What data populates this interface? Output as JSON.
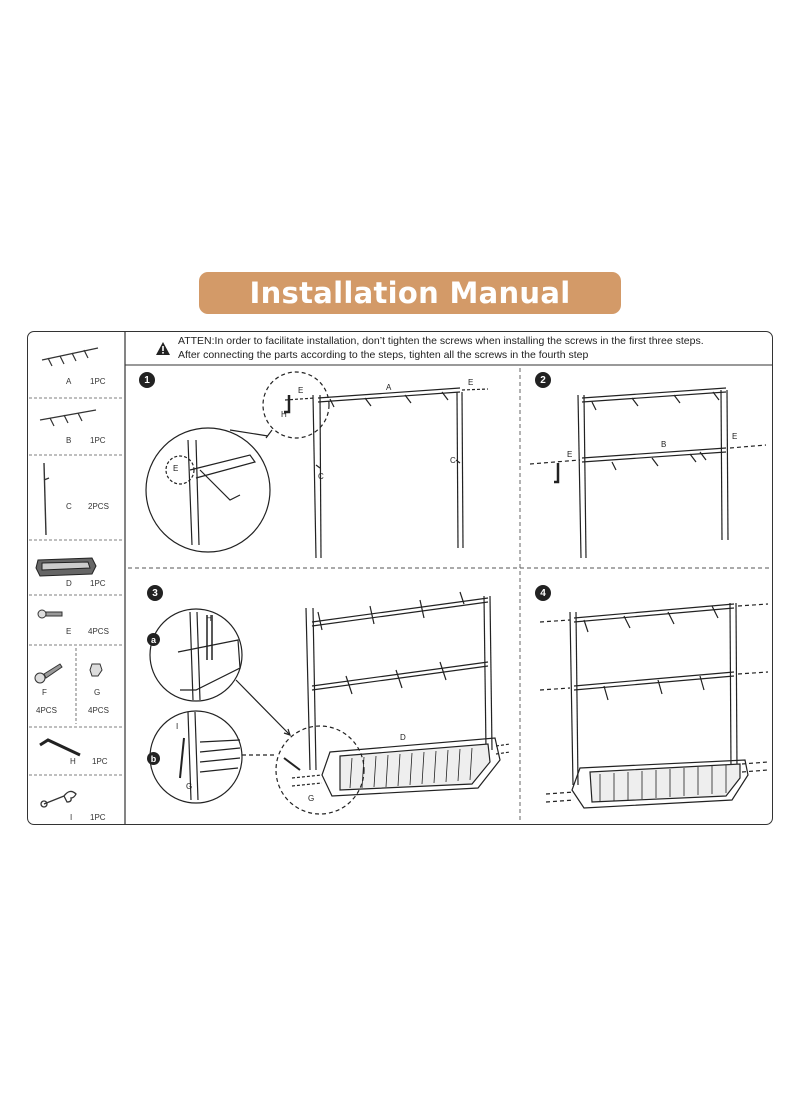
{
  "title": "Installation Manual",
  "attention": {
    "line1": "ATTEN:In order to facilitate installation, don’t tighten the screws when installing the screws in the first three steps.",
    "line2": "After connecting the parts according to the steps, tighten all the screws in the fourth step"
  },
  "parts": [
    {
      "letter": "A",
      "qty": "1PC"
    },
    {
      "letter": "B",
      "qty": "1PC"
    },
    {
      "letter": "C",
      "qty": "2PCS"
    },
    {
      "letter": "D",
      "qty": "1PC"
    },
    {
      "letter": "E",
      "qty": "4PCS"
    },
    {
      "letter": "F",
      "qty": "4PCS"
    },
    {
      "letter": "G",
      "qty": "4PCS"
    },
    {
      "letter": "H",
      "qty": "1PC"
    },
    {
      "letter": "I",
      "qty": "1PC"
    }
  ],
  "steps": [
    "1",
    "2",
    "3",
    "4"
  ],
  "substeps": [
    "a",
    "b"
  ],
  "callouts": {
    "A": "A",
    "B": "B",
    "C": "C",
    "D": "D",
    "E": "E",
    "G": "G",
    "H": "H",
    "I": "I"
  },
  "colors": {
    "banner": "#d39a68",
    "line": "#222222"
  }
}
